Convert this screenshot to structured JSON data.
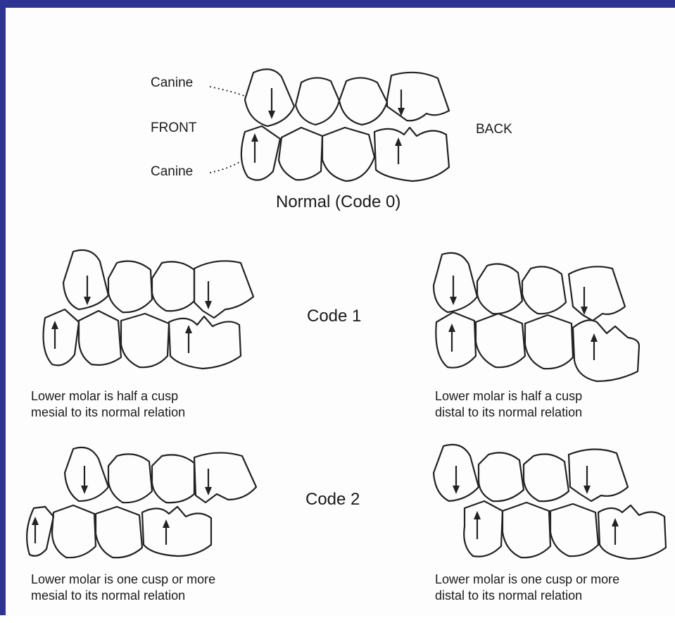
{
  "normal": {
    "canine_upper": "Canine",
    "front": "FRONT",
    "canine_lower": "Canine",
    "back": "BACK",
    "title": "Normal (Code 0)"
  },
  "code1": {
    "title": "Code 1",
    "mesial_caption_line1": "Lower molar is half a cusp",
    "mesial_caption_line2": "mesial to its normal relation",
    "distal_caption_line1": "Lower molar is half a cusp",
    "distal_caption_line2": "distal to its normal relation"
  },
  "code2": {
    "title": "Code 2",
    "mesial_caption_line1": "Lower molar is one cusp or more",
    "mesial_caption_line2": "mesial to its normal relation",
    "distal_caption_line1": "Lower molar is one cusp or more",
    "distal_caption_line2": "distal to its normal relation"
  }
}
